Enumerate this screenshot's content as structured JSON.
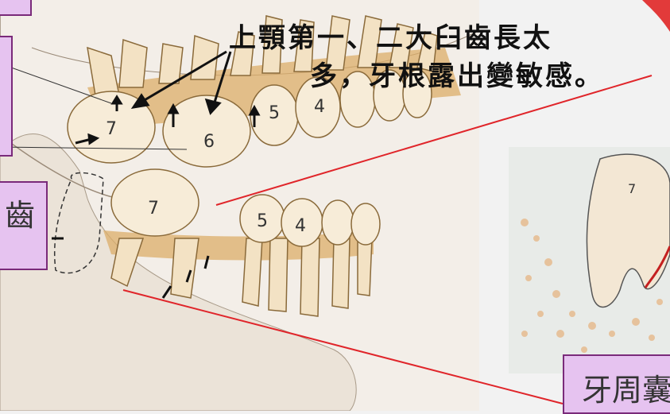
{
  "figure": {
    "caption_line1": "上顎第一、二大臼齒長太",
    "caption_line2": "多，牙根露出變敏感。",
    "left_box_text": "齒",
    "bottom_right_box_text": "牙周囊",
    "upper_tooth_numbers": [
      "7",
      "6",
      "5",
      "4"
    ],
    "lower_tooth_numbers": [
      "7",
      "5",
      "4"
    ],
    "inset_tooth_number": "7"
  },
  "colors": {
    "bone_fill": "#f0d9b5",
    "gum_tan": "#c98a3c",
    "outline": "#8a6a3a",
    "callout_box_fill": "#e6c3f0",
    "callout_box_border": "#7a2a7a",
    "pointer_line": "#e0252a"
  }
}
